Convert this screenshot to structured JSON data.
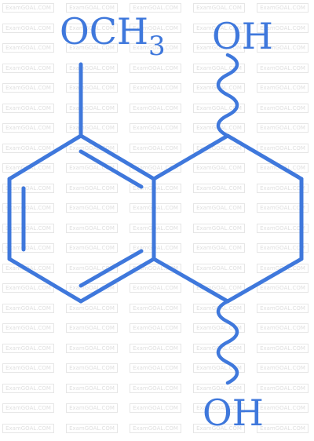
{
  "diagram": {
    "substituent_top_left": "OCH",
    "substituent_top_left_subscript": "3",
    "substituent_top_right": "OH",
    "substituent_bottom_right": "OH"
  },
  "watermark": {
    "text": "ExamGOAL.COM"
  },
  "colors": {
    "structure": "#3f78dc",
    "watermark": "#e0e0e0",
    "background": "#ffffff"
  }
}
